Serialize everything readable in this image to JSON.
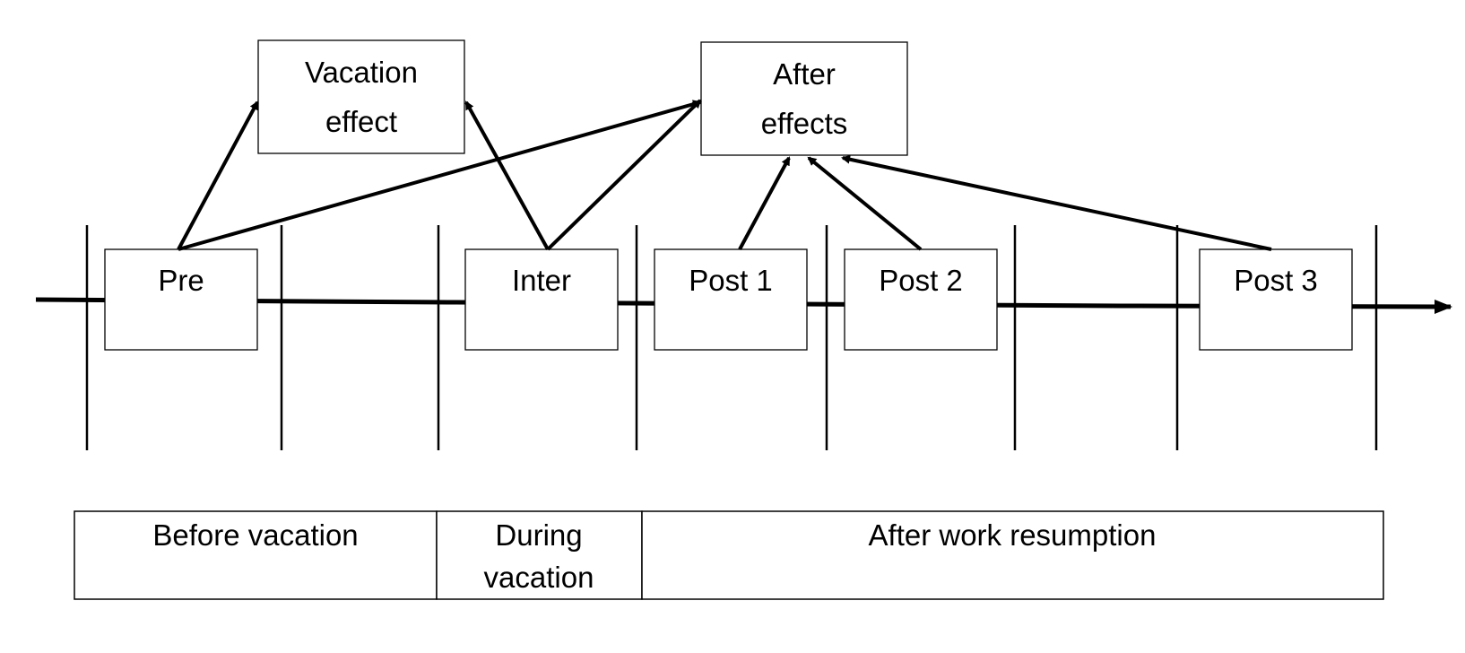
{
  "effects": {
    "vacation_effect": {
      "line1": "Vacation",
      "line2": "effect"
    },
    "after_effects": {
      "line1": "After",
      "line2": "effects"
    }
  },
  "measurements": {
    "pre": "Pre",
    "inter": "Inter",
    "post1": "Post 1",
    "post2": "Post 2",
    "post3": "Post 3"
  },
  "periods": {
    "before": "Before vacation",
    "during_line1": "During",
    "during_line2": "vacation",
    "after": "After work resumption"
  },
  "colors": {
    "stroke": "#000000",
    "background": "#ffffff"
  }
}
